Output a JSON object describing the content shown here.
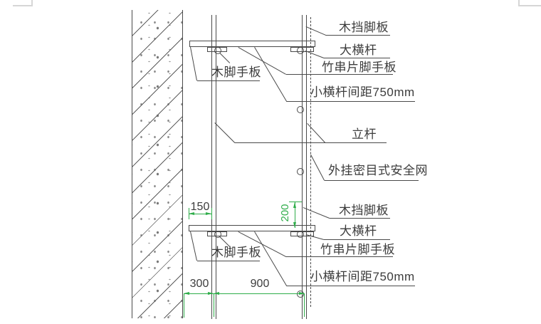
{
  "labels": {
    "top": {
      "toe_board": "木挡脚板",
      "main_ledger": "大横杆",
      "bamboo_plank": "竹串片脚手板",
      "small_ledger_spacing": "小横杆间距750mm",
      "wood_plank": "木脚手板"
    },
    "middle": {
      "standing_pole": "立杆",
      "safety_net": "外挂密目式安全网"
    },
    "bottom": {
      "toe_board": "木挡脚板",
      "main_ledger": "大横杆",
      "bamboo_plank": "竹串片脚手板",
      "small_ledger_spacing": "小横杆间距750mm",
      "wood_plank": "木脚手板"
    }
  },
  "dimensions": {
    "plank_overhang": "150",
    "toe_board_height": "200",
    "wall_to_inner_pole": "300",
    "pole_span": "900"
  },
  "colors": {
    "line": "#4a4a4a",
    "dimension_green": "#2fad4a",
    "text": "#3c3c3c"
  }
}
